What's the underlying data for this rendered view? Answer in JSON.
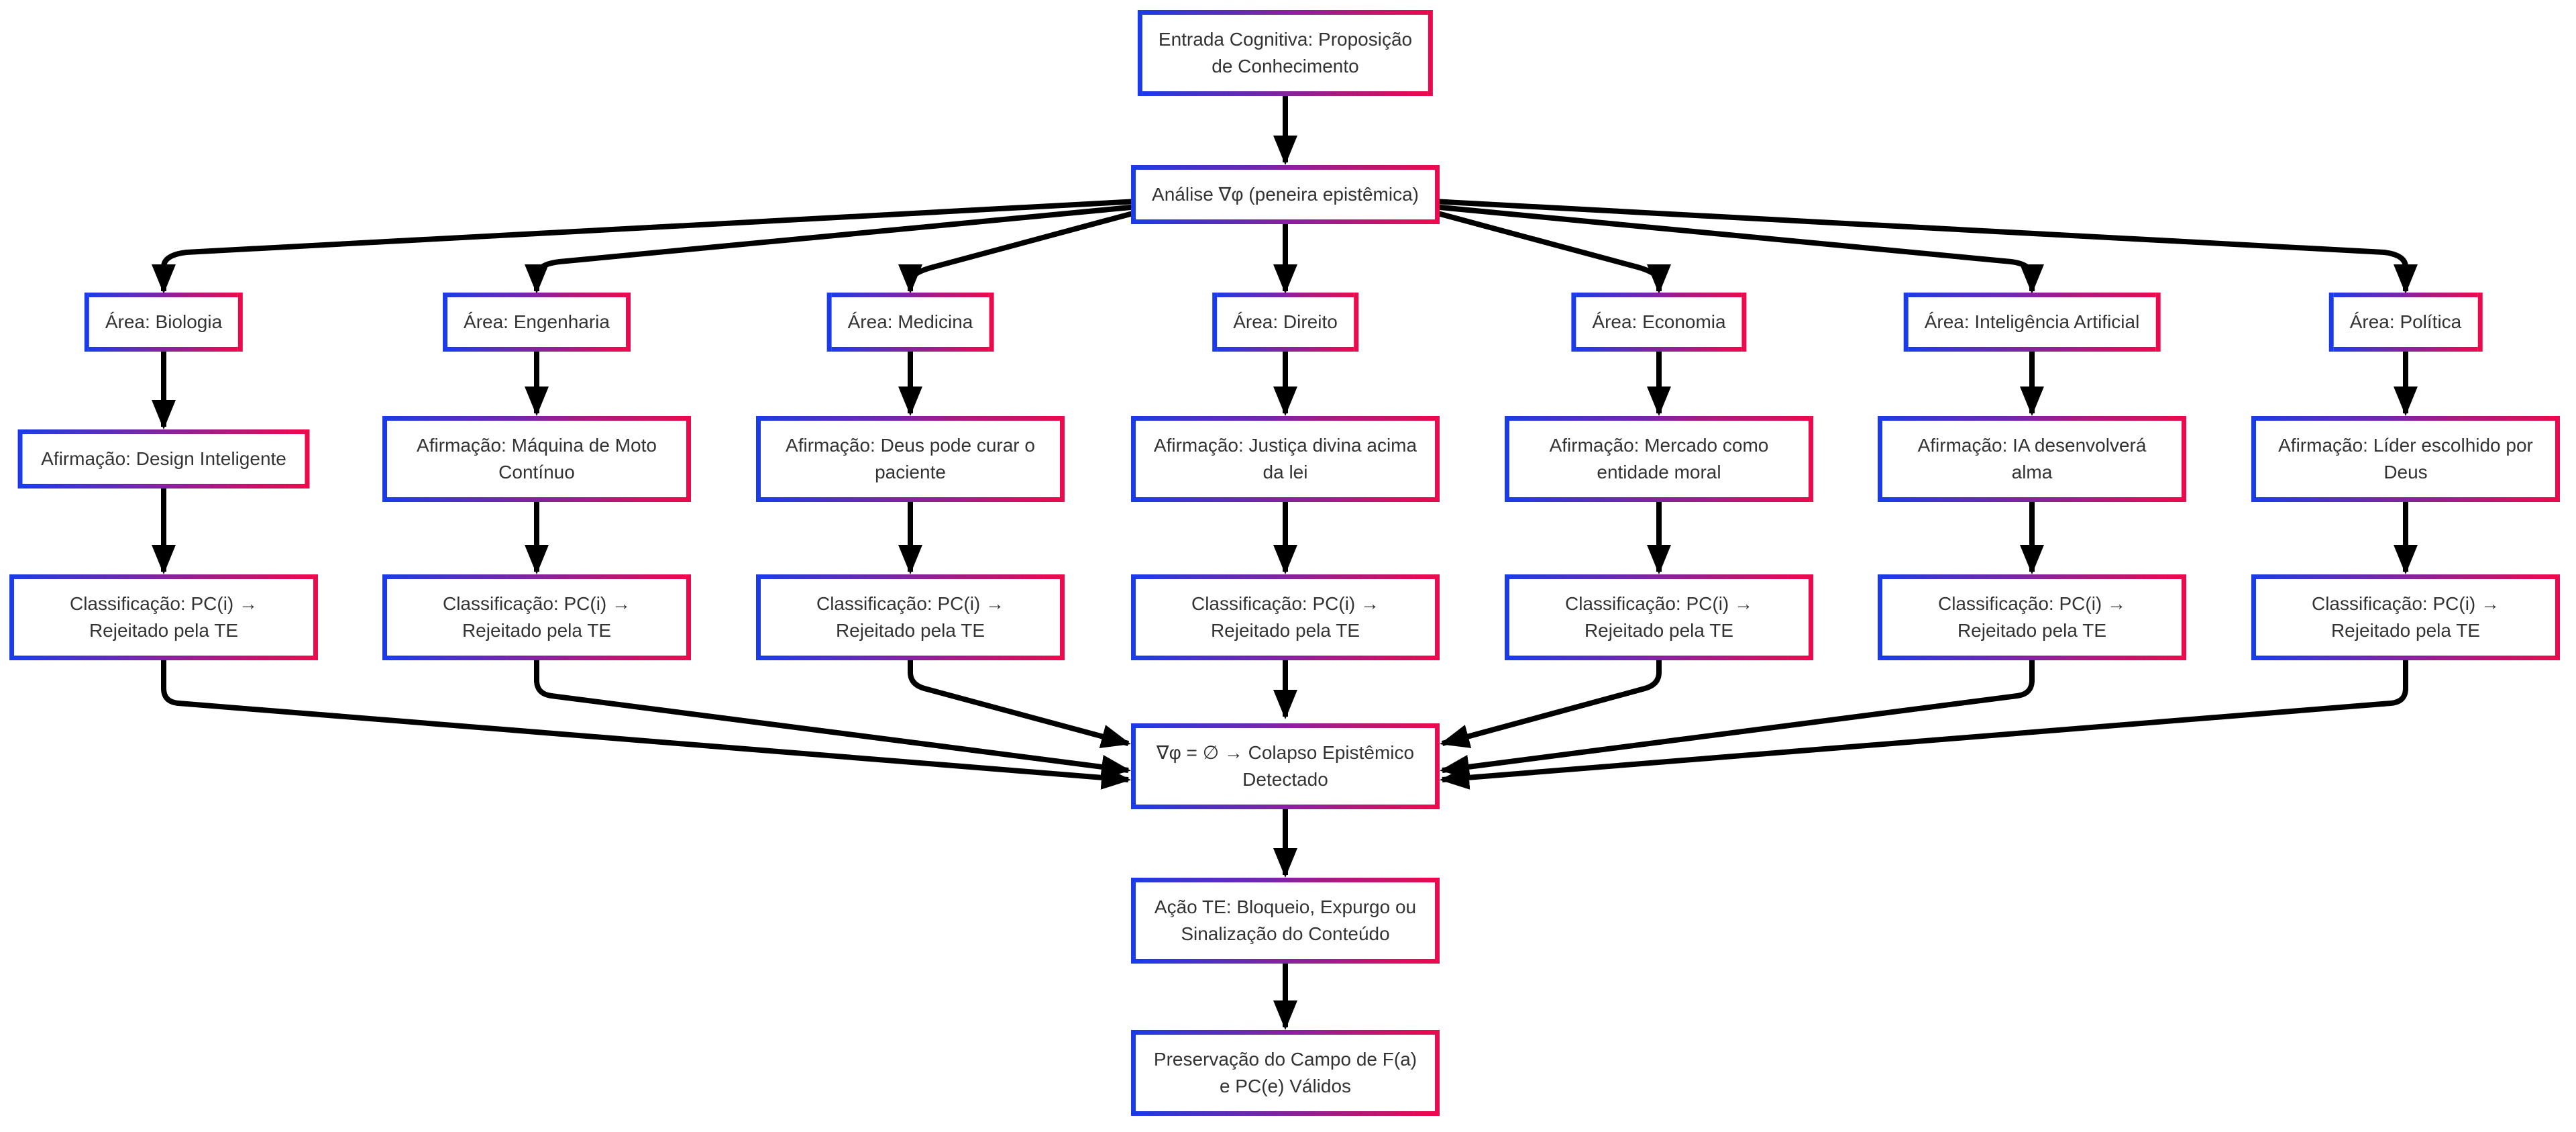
{
  "diagram": {
    "type": "flowchart-top-down",
    "colors": {
      "background": "#ffffff",
      "node_fill": "#ffffff",
      "node_border_gradient_start": "#1b3be8",
      "node_border_gradient_mid": "#84239f",
      "node_border_gradient_end": "#ec0a4e",
      "edge": "#000000",
      "text": "#333333"
    },
    "nodes": {
      "entrada": "Entrada Cognitiva: Proposição\nde Conhecimento",
      "analise": "Análise ∇φ (peneira epistêmica)",
      "colapso": "∇φ = ∅ → Colapso Epistêmico\nDetectado",
      "acao_te": "Ação TE: Bloqueio, Expurgo ou\nSinalização do Conteúdo",
      "preservacao": "Preservação do Campo de F(a)\ne PC(e) Válidos"
    },
    "branches": [
      {
        "area": "Área: Biologia",
        "afirmacao": "Afirmação: Design Inteligente",
        "classificacao": "Classificação: PC(i) →\nRejeitado pela TE"
      },
      {
        "area": "Área: Engenharia",
        "afirmacao": "Afirmação: Máquina de Moto\nContínuo",
        "classificacao": "Classificação: PC(i) →\nRejeitado pela TE"
      },
      {
        "area": "Área: Medicina",
        "afirmacao": "Afirmação: Deus pode curar o\npaciente",
        "classificacao": "Classificação: PC(i) →\nRejeitado pela TE"
      },
      {
        "area": "Área: Direito",
        "afirmacao": "Afirmação: Justiça divina acima\nda lei",
        "classificacao": "Classificação: PC(i) →\nRejeitado pela TE"
      },
      {
        "area": "Área: Economia",
        "afirmacao": "Afirmação: Mercado como\nentidade moral",
        "classificacao": "Classificação: PC(i) →\nRejeitado pela TE"
      },
      {
        "area": "Área: Inteligência Artificial",
        "afirmacao": "Afirmação: IA desenvolverá\nalma",
        "classificacao": "Classificação: PC(i) →\nRejeitado pela TE"
      },
      {
        "area": "Área: Política",
        "afirmacao": "Afirmação: Líder escolhido por\nDeus",
        "classificacao": "Classificação: PC(i) →\nRejeitado pela TE"
      }
    ]
  }
}
